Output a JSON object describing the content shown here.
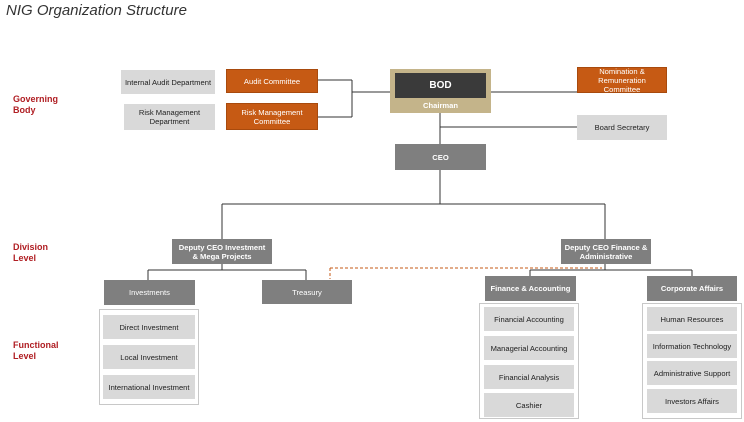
{
  "title": "NIG Organization Structure",
  "levels": {
    "governing": "Governing Body",
    "division": "Division Level",
    "functional": "Functional Level"
  },
  "top": {
    "internal_audit": "Internal Audit Department",
    "audit_committee": "Audit Committee",
    "risk_dept": "Risk Management Department",
    "risk_committee": "Risk Management Committee",
    "bod": "BOD",
    "chairman": "Chairman",
    "nomination": "Nomination & Remuneration Committee",
    "board_secretary": "Board Secretary",
    "ceo": "CEO"
  },
  "divisions": {
    "deputy_left": "Deputy CEO Investment & Mega Projects",
    "deputy_right": "Deputy CEO Finance & Administrative"
  },
  "functions": {
    "investments": {
      "label": "Investments",
      "items": [
        "Direct Investment",
        "Local Investment",
        "International Investment"
      ]
    },
    "treasury": {
      "label": "Treasury"
    },
    "finance": {
      "label": "Finance & Accounting",
      "items": [
        "Financial Accounting",
        "Managerial Accounting",
        "Financial Analysis",
        "Cashier"
      ]
    },
    "corporate": {
      "label": "Corporate Affairs",
      "items": [
        "Human Resources",
        "Information Technology",
        "Administrative Support",
        "Investors Affairs"
      ]
    }
  },
  "colors": {
    "accent_orange": "#c65a14",
    "level_red": "#b01e23",
    "bod_gold": "#c4b48a",
    "bod_dark": "#3a3a3a",
    "box_dark": "#7f7f7f"
  }
}
